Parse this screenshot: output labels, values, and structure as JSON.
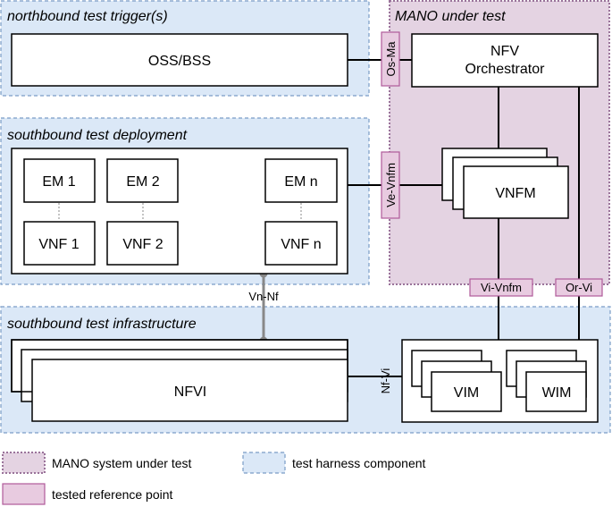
{
  "regions": {
    "northbound": "northbound test trigger(s)",
    "mano": "MANO under test",
    "deployment": "southbound test deployment",
    "infrastructure": "southbound test infrastructure"
  },
  "boxes": {
    "oss_bss": "OSS/BSS",
    "nfvo_line1": "NFV",
    "nfvo_line2": "Orchestrator",
    "vnfm": "VNFM",
    "em1": "EM 1",
    "em2": "EM 2",
    "emn": "EM n",
    "vnf1": "VNF 1",
    "vnf2": "VNF 2",
    "vnfn": "VNF n",
    "nfvi": "NFVI",
    "vim": "VIM",
    "wim": "WIM"
  },
  "reference_points": {
    "os_ma": "Os-Ma",
    "ve_vnfm": "Ve-Vnfm",
    "vi_vnfm": "Vi-Vnfm",
    "or_vi": "Or-Vi",
    "vn_nf": "Vn-Nf",
    "nf_vi": "Nf-Vi"
  },
  "legend": {
    "mano": "MANO system under test",
    "harness": "test harness component",
    "refpoint": "tested reference point"
  },
  "colors": {
    "harness_fill": "#dbe8f7",
    "harness_border": "#7a9cc6",
    "mano_fill": "#e4d3e2",
    "mano_border": "#9a739a",
    "refpoint_fill": "#e8cbe0",
    "refpoint_border": "#b05a9a"
  }
}
